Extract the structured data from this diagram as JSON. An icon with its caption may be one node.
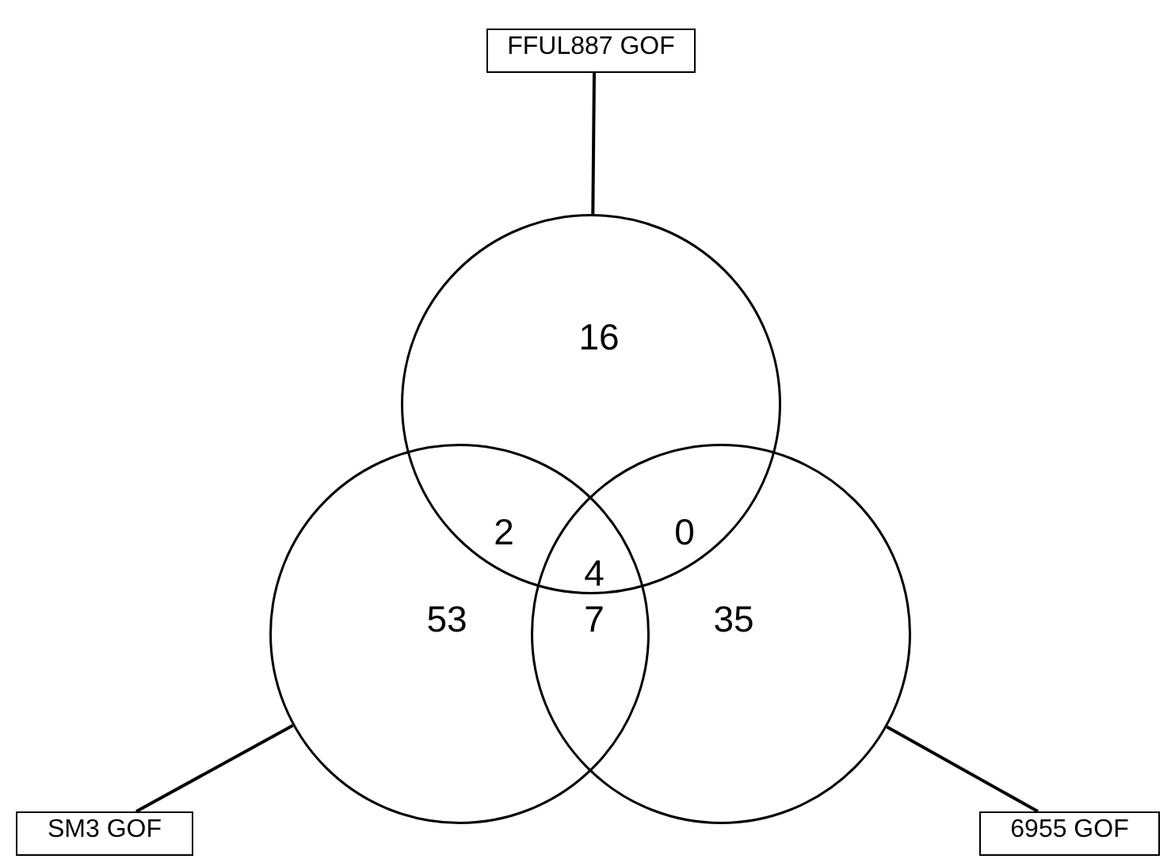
{
  "diagram": {
    "nodes": [
      {
        "text": [
          "FFUL887 GOF"
        ]
      },
      {
        "text": [
          "16"
        ]
      },
      {
        "text": [
          "53"
        ]
      },
      {
        "text": [
          "35"
        ]
      },
      {
        "text": [
          "SM3 GOF"
        ]
      },
      {
        "text": [
          "6955 GOF"
        ]
      }
    ],
    "edges": [
      {
        "from": 0,
        "to": 1,
        "arrow": "none"
      },
      {
        "from": 4,
        "to": 2,
        "arrow": "none"
      },
      {
        "from": 5,
        "to": 3,
        "arrow": "none"
      }
    ],
    "labels": [
      "2",
      "0",
      "4",
      "7"
    ]
  }
}
